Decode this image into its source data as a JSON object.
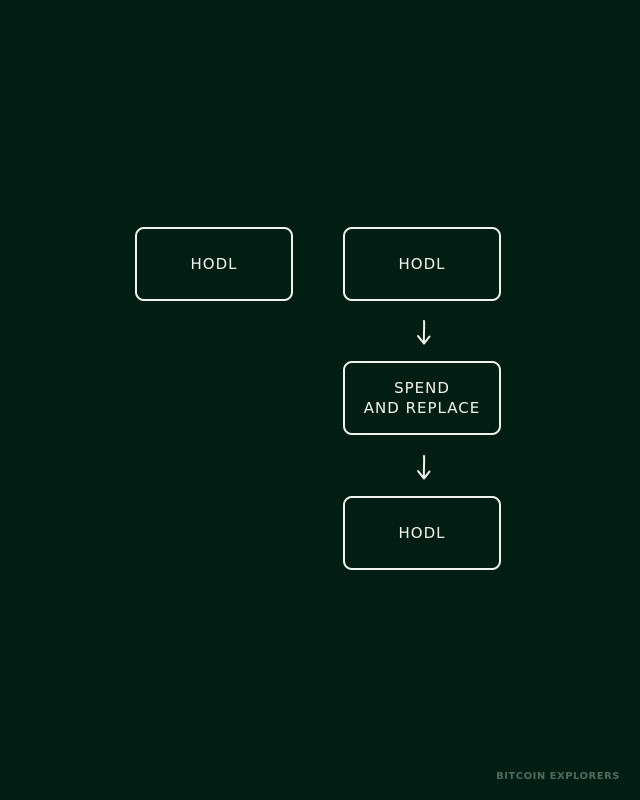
{
  "diagram": {
    "nodes": [
      {
        "id": "left",
        "label": "HODL"
      },
      {
        "id": "top",
        "label": "HODL"
      },
      {
        "id": "mid",
        "label_line1": "SPEND",
        "label_line2": "AND REPLACE"
      },
      {
        "id": "bottom",
        "label": "HODL"
      }
    ],
    "edges": [
      {
        "from": "top",
        "to": "mid"
      },
      {
        "from": "mid",
        "to": "bottom"
      }
    ],
    "colors": {
      "background": "#021e14",
      "stroke": "#f2f2ec",
      "footer": "#4f6a5d"
    }
  },
  "footer": {
    "brand": "BITCOIN EXPLORERS"
  }
}
